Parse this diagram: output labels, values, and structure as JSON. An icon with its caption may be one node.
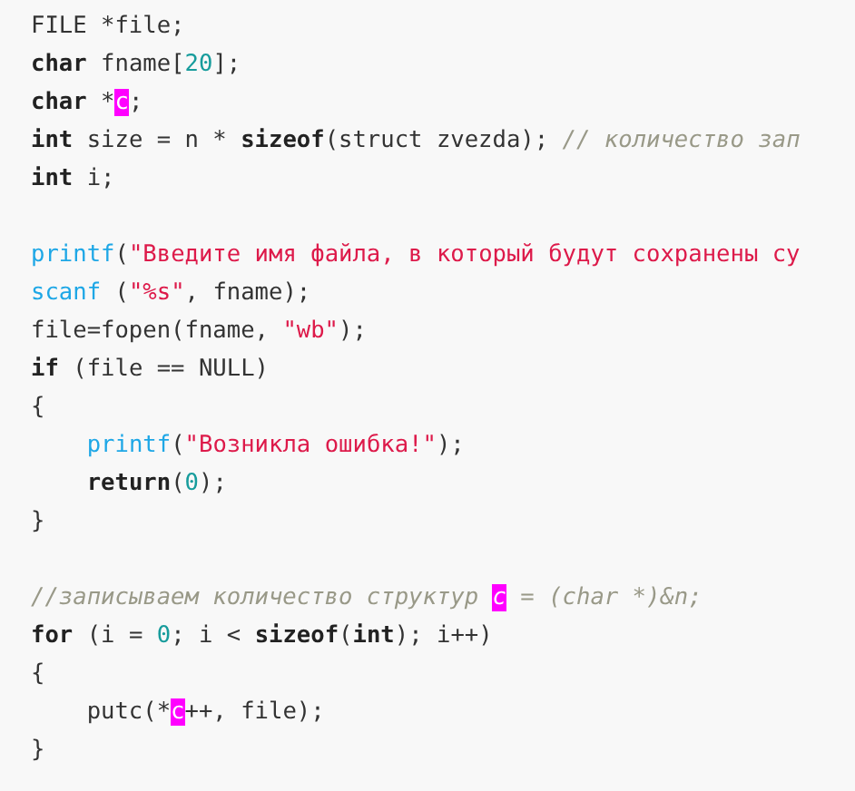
{
  "diagram": {
    "labels": [
      "FILE *file;",
      "char fname[20];",
      "char *c;",
      "int size = n * sizeof(struct zvezda); // количество зап",
      "int i;",
      "printf(\"Введите имя файла, в который будут сохранены су",
      "scanf (\"%s\", fname);",
      "file=fopen(fname, \"wb\");",
      "if (file == NULL)",
      "{",
      "    printf(\"Возникла ошибка!\");",
      "    return(0);",
      "}",
      "//записываем количество структур c = (char *)&n;",
      "for (i = 0; i < sizeof(int); i++)",
      "{",
      "    putc(*c++, file);",
      "}"
    ]
  }
}
